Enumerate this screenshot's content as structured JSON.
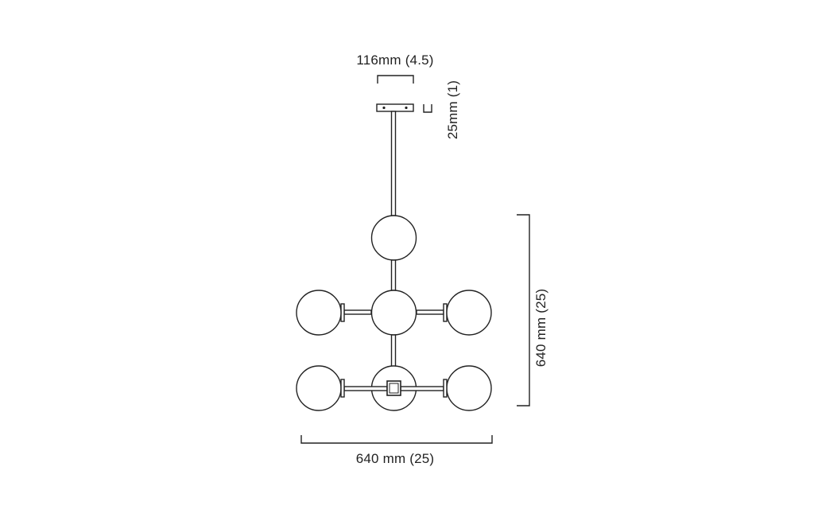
{
  "dimensions": {
    "canopy_width": "116mm (4.5)",
    "canopy_height": "25mm (1)",
    "fixture_height": "640 mm (25)",
    "fixture_width": "640 mm (25)"
  },
  "colors": {
    "line": "#222222",
    "background": "#ffffff"
  }
}
